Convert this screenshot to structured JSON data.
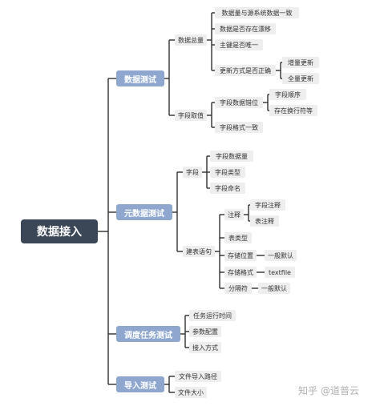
{
  "colors": {
    "root_bg": "#3b4656",
    "branch_bg": "#8fa7cf",
    "leaf_bg": "#eeeeee",
    "connector": "#2f2f2f"
  },
  "root": "数据接入",
  "branches": [
    {
      "label": "数据测试",
      "children": [
        {
          "label": "数据总量",
          "children": [
            {
              "label": "数据量与源系统数据一致"
            },
            {
              "label": "数据是否存在漂移"
            },
            {
              "label": "主键是否唯一"
            },
            {
              "label": "更新方式是否正确",
              "children": [
                {
                  "label": "增量更新"
                },
                {
                  "label": "全量更新"
                }
              ]
            }
          ]
        },
        {
          "label": "字段取值",
          "children": [
            {
              "label": "字段数据错位",
              "children": [
                {
                  "label": "字段顺序"
                },
                {
                  "label": "存在换行符等"
                }
              ]
            },
            {
              "label": "字段格式一致"
            }
          ]
        }
      ]
    },
    {
      "label": "元数据测试",
      "children": [
        {
          "label": "字段",
          "children": [
            {
              "label": "字段数据量"
            },
            {
              "label": "字段类型"
            },
            {
              "label": "字段命名"
            }
          ]
        },
        {
          "label": "建表语句",
          "children": [
            {
              "label": "注释",
              "children": [
                {
                  "label": "字段注释"
                },
                {
                  "label": "表注释"
                }
              ]
            },
            {
              "label": "表类型"
            },
            {
              "label": "存储位置",
              "children": [
                {
                  "label": "一般默认"
                }
              ]
            },
            {
              "label": "存储格式",
              "children": [
                {
                  "label": "textfile"
                }
              ]
            },
            {
              "label": "分隔符",
              "children": [
                {
                  "label": "一般默认"
                }
              ]
            }
          ]
        }
      ]
    },
    {
      "label": "调度任务测试",
      "children": [
        {
          "label": "任务运行时间"
        },
        {
          "label": "参数配置"
        },
        {
          "label": "接入方式"
        }
      ]
    },
    {
      "label": "导入测试",
      "children": [
        {
          "label": "文件导入路径"
        },
        {
          "label": "文件大小"
        }
      ]
    }
  ],
  "watermark": {
    "site": "知乎",
    "author": "@道普云"
  }
}
